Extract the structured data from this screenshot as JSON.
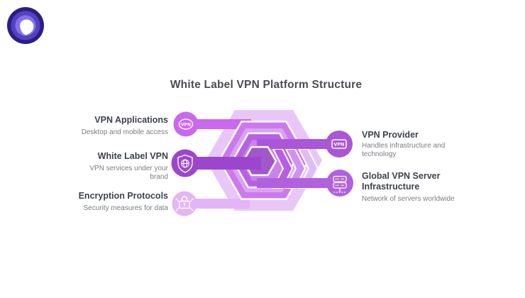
{
  "title": "White Label VPN Platform Structure",
  "logo": {
    "icon": "purevpn-logo-icon"
  },
  "nodes": {
    "left": [
      {
        "title": "VPN Applications",
        "subtitle": "Desktop and mobile access",
        "icon": "vpn-badge-icon",
        "color": "#ca68ee"
      },
      {
        "title": "White Label VPN",
        "subtitle": "VPN services under your brand",
        "icon": "shield-globe-icon",
        "color": "#9c46ce"
      },
      {
        "title": "Encryption Protocols",
        "subtitle": "Security measures for data",
        "icon": "circuit-lock-icon",
        "color": "#e4b5f6"
      }
    ],
    "right": [
      {
        "title": "VPN Provider",
        "subtitle": "Handles infrastructure and technology",
        "icon": "vpn-box-icon",
        "color": "#aa56d8"
      },
      {
        "title": "Global VPN Server Infrastructure",
        "subtitle": "Network of servers worldwide",
        "icon": "server-icon",
        "color": "#b160de"
      }
    ]
  },
  "icon_labels": {
    "vpn_badge": "VPN",
    "vpn_box": "VPN"
  },
  "colors": {
    "hex_outer": "#e9c6f8",
    "hex_ring2": "#cd78ec",
    "hex_ring2_inner": "#d9a3f3",
    "hex_ring3": "#b860e3",
    "hex_ring3_inner": "#c983ed",
    "hex_core": "#a257ca",
    "chevron_1": "#b95ee3",
    "chevron_2": "#ce93f0",
    "chevron_3": "#e0bcf6",
    "bar_vpn_applications": "#ca68ee",
    "bar_white_label": "#9c46ce",
    "bar_encryption": "#e4b5f6",
    "bar_vpn_provider": "#aa56d8",
    "bar_server": "#b160de",
    "logo_outer": "#2d1d84",
    "logo_mid": "#5442c4",
    "logo_inner": "#8471ea",
    "logo_pick": "#ffffff",
    "title_text": "#4b4d52",
    "node_title_text": "#3f434a",
    "node_subtitle_text": "#7b7d82"
  }
}
